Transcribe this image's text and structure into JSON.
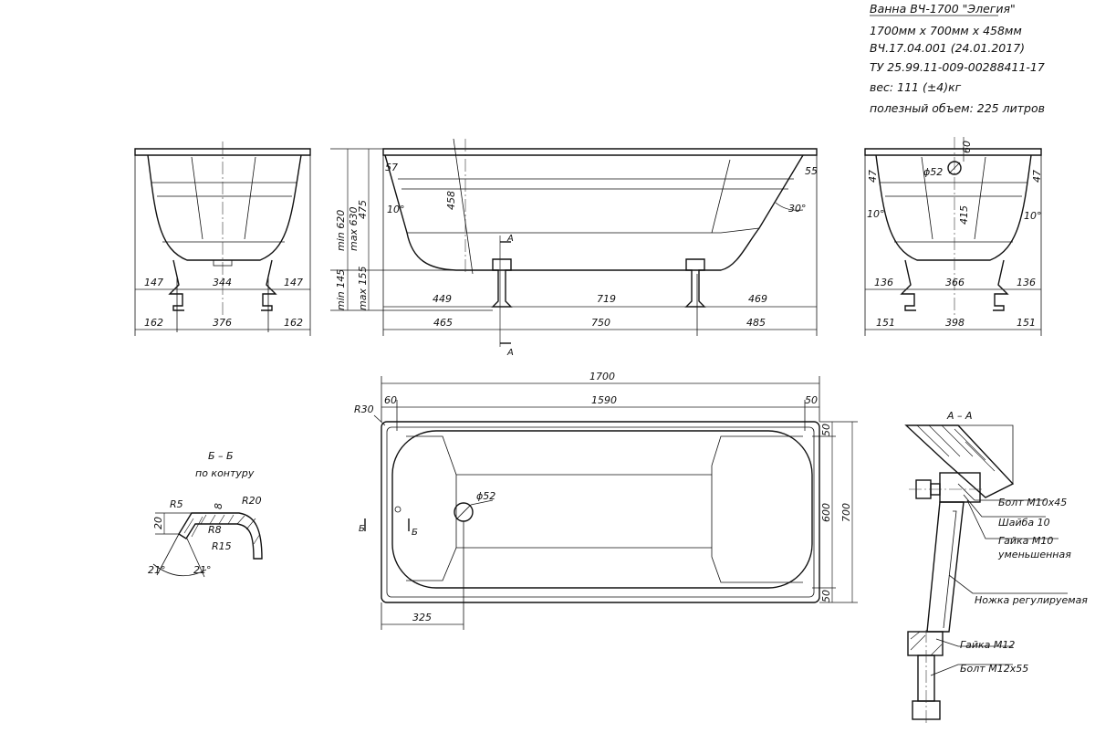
{
  "title_block": {
    "name": "Ванна ВЧ-1700 \"Элегия\"",
    "size": "1700мм х 700мм х 458мм",
    "code": "ВЧ.17.04.001 (24.01.2017)",
    "spec": "ТУ 25.99.11-009-00288411-17",
    "weight": "вес: 111 (±4)кг",
    "volume": "полезный объем: 225 литров"
  },
  "front_view": {
    "dim_147_left": "147",
    "dim_344": "344",
    "dim_147_right": "147",
    "dim_162_left": "162",
    "dim_376": "376",
    "dim_162_right": "162"
  },
  "side_view": {
    "min620": "min 620",
    "max630": "max 630",
    "d475": "475",
    "min145": "min 145",
    "max155": "max 155",
    "d57": "57",
    "d55": "55",
    "d458": "458",
    "angle10": "10°",
    "angle30": "30°",
    "d449": "449",
    "d719": "719",
    "d469": "469",
    "d465": "465",
    "d750": "750",
    "d485": "485",
    "section_a": "А"
  },
  "end_view": {
    "d60": "60",
    "d52": "ϕ52",
    "d47_left": "47",
    "d47_right": "47",
    "d415": "415",
    "angle_left": "10°",
    "angle_right": "10°",
    "d136_left": "136",
    "d366": "366",
    "d136_right": "136",
    "d151_left": "151",
    "d398": "398",
    "d151_right": "151"
  },
  "plan_view": {
    "d1700": "1700",
    "d60": "60",
    "d1590": "1590",
    "d50_top": "50",
    "r30": "R30",
    "d52": "ϕ52",
    "d50_a": "50",
    "d600": "600",
    "d700": "700",
    "d50_b": "50",
    "d325": "325",
    "sec_b": "Б"
  },
  "section_bb": {
    "title": "Б – Б",
    "subtitle": "по контуру",
    "r5": "R5",
    "d8": "8",
    "r20": "R20",
    "d20": "20",
    "r8": "R8",
    "r15": "R15",
    "a21_left": "21°",
    "a21_right": "21°"
  },
  "section_aa": {
    "title": "А – А",
    "bolt_m10": "Болт М10х45",
    "washer": "Шайба 10",
    "nut_m10": "Гайка М10",
    "nut_m10_sub": "уменьшенная",
    "leg": "Ножка регулируемая",
    "nut_m12": "Гайка М12",
    "bolt_m12": "Болт М12х55"
  }
}
